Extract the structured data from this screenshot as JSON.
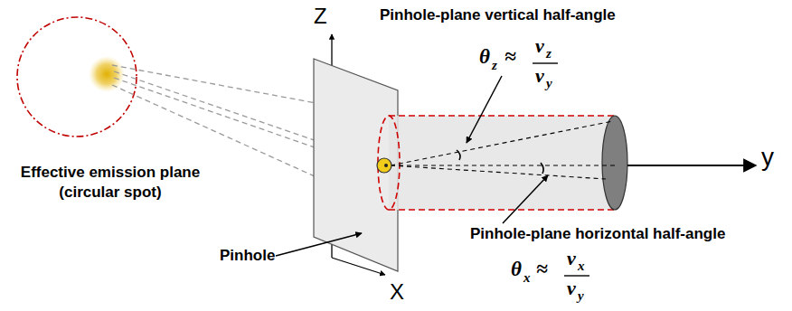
{
  "diagram": {
    "labels": [
      "Pinhole-plane vertical half-angle",
      "θ",
      "z",
      "≈",
      "v",
      "z",
      "v",
      "y",
      "Z",
      "y",
      "Effective emission plane (circular spot)",
      "Pinhole",
      "Pinhole-plane horizontal half-angle",
      "θ",
      "x",
      "≈",
      "v",
      "x",
      "v",
      "y",
      "X"
    ]
  }
}
